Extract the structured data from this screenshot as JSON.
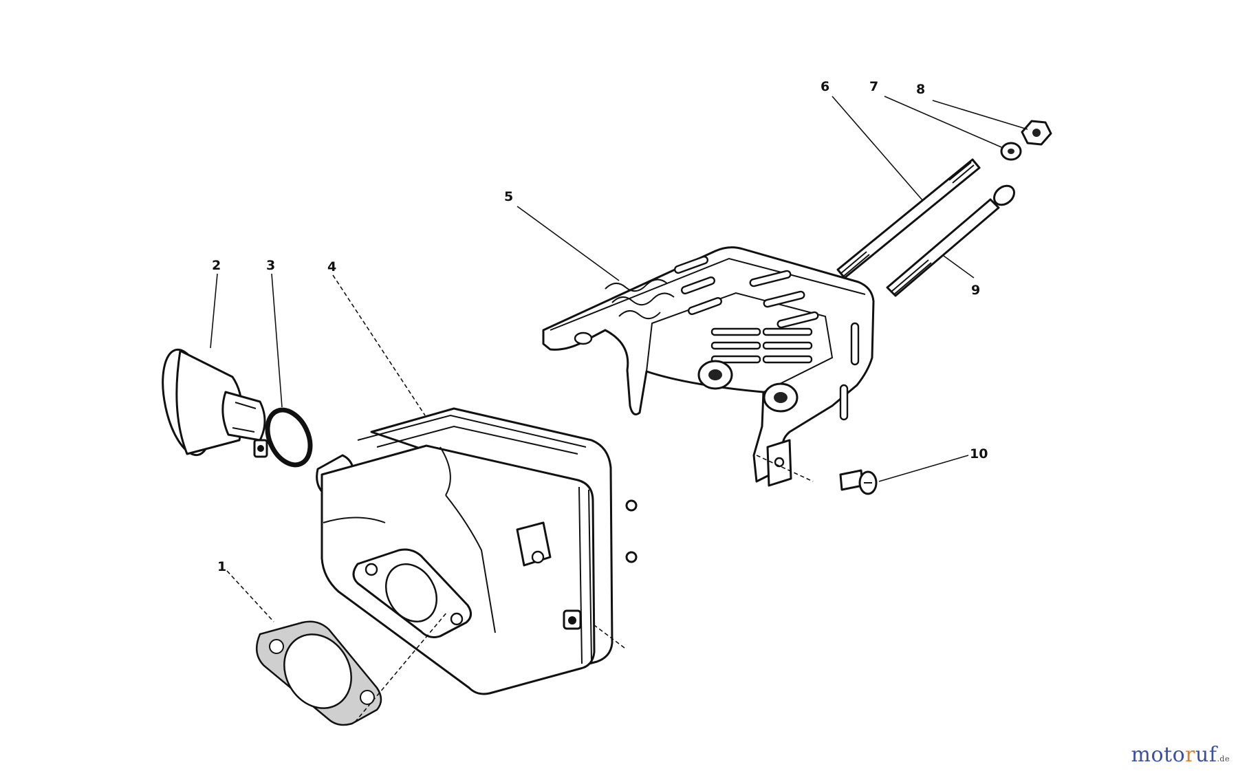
{
  "callouts": [
    {
      "id": "c1",
      "label": "1"
    },
    {
      "id": "c2",
      "label": "2"
    },
    {
      "id": "c3",
      "label": "3"
    },
    {
      "id": "c4",
      "label": "4"
    },
    {
      "id": "c5",
      "label": "5"
    },
    {
      "id": "c6",
      "label": "6"
    },
    {
      "id": "c7",
      "label": "7"
    },
    {
      "id": "c8",
      "label": "8"
    },
    {
      "id": "c9",
      "label": "9"
    },
    {
      "id": "c10",
      "label": "10"
    }
  ],
  "watermark": {
    "part1": "moto",
    "part2": "r",
    "part3": "uf",
    "part4": ".de"
  }
}
